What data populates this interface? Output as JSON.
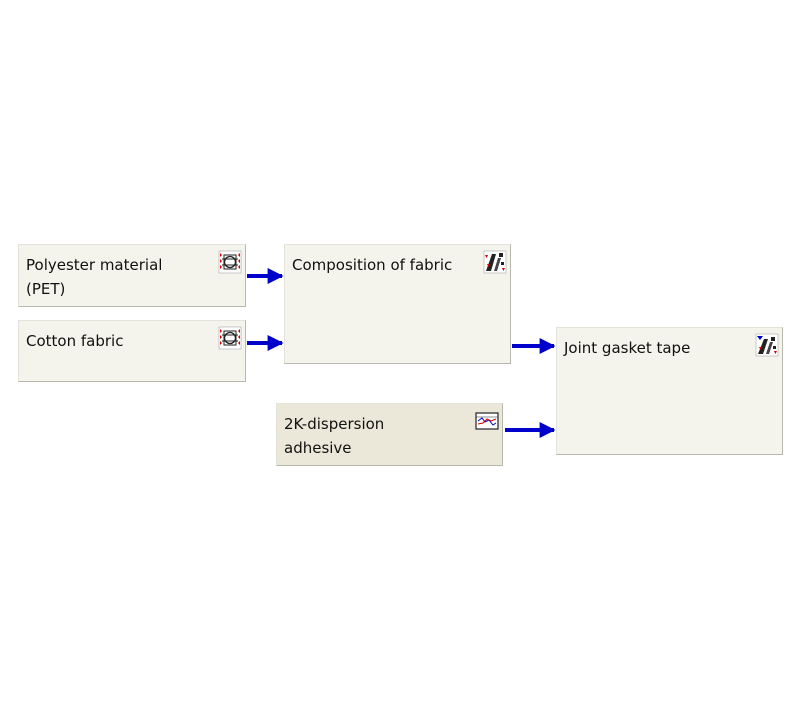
{
  "colors": {
    "node_fill": "#f4f3ec",
    "node_fill_alt": "#ece8d9",
    "arrow": "#0000cc"
  },
  "nodes": {
    "polyester": {
      "label": "Polyester material\n(PET)",
      "icon": "material-composition-icon"
    },
    "cotton": {
      "label": "Cotton fabric",
      "icon": "material-composition-icon"
    },
    "composition": {
      "label": "Composition of fabric",
      "icon": "assembly-icon"
    },
    "adhesive": {
      "label": "2K-dispersion\nadhesive",
      "icon": "process-chart-icon"
    },
    "joint": {
      "label": "Joint gasket tape",
      "icon": "final-assembly-icon"
    }
  }
}
